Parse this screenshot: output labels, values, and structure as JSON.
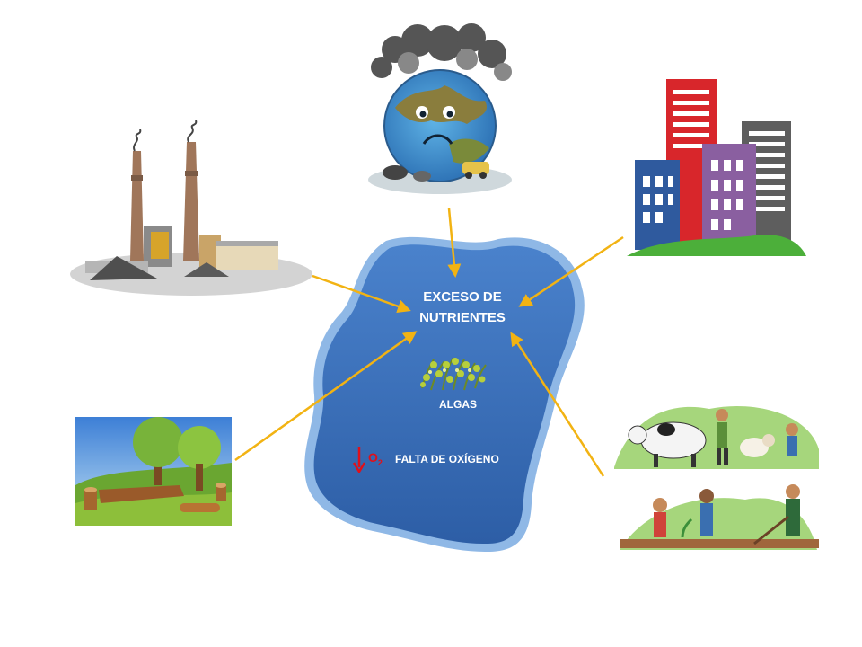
{
  "lake": {
    "nutrients_label_line1": "EXCESO DE",
    "nutrients_label_line2": "NUTRIENTES",
    "algae_label": "ALGAS",
    "oxygen_symbol": "O",
    "oxygen_subscript": "2",
    "oxygen_label": "FALTA DE OXÍGENO"
  },
  "sources": [
    {
      "name": "factory",
      "icon": "factory-chimneys-icon"
    },
    {
      "name": "polluted-earth",
      "icon": "polluted-earth-icon"
    },
    {
      "name": "city",
      "icon": "city-buildings-icon"
    },
    {
      "name": "deforestation",
      "icon": "fallen-trees-icon"
    },
    {
      "name": "agriculture-livestock",
      "icon": "farming-icon"
    }
  ],
  "colors": {
    "lake_fill": "#3e74bf",
    "lake_border": "#8fb8e6",
    "arrow": "#f2b313",
    "oxygen_red": "#e0101a"
  }
}
